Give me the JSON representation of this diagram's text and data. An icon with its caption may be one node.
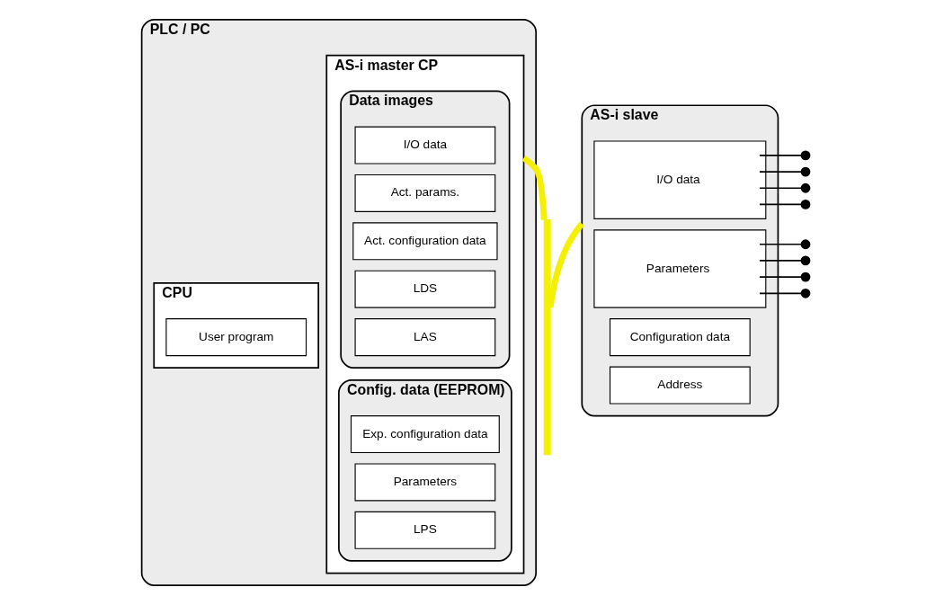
{
  "diagram": {
    "nodes": [
      {
        "text": [
          "PLC / PC"
        ]
      },
      {
        "text": [
          "CPU"
        ],
        "in": 0
      },
      {
        "text": [
          "User program"
        ],
        "in": 1
      },
      {
        "text": [
          "AS-i master CP"
        ],
        "in": 0
      },
      {
        "text": [
          "Data images"
        ],
        "in": 3
      },
      {
        "text": [
          "I/O data"
        ],
        "in": 4
      },
      {
        "text": [
          "Act. params."
        ],
        "in": 4
      },
      {
        "text": [
          "Act. configuration data"
        ],
        "in": 4
      },
      {
        "text": [
          "LDS"
        ],
        "in": 4
      },
      {
        "text": [
          "LAS"
        ],
        "in": 4
      },
      {
        "text": [
          "Config. data (EEPROM)"
        ],
        "in": 3
      },
      {
        "text": [
          "Exp. configuration data"
        ],
        "in": 10
      },
      {
        "text": [
          "Parameters"
        ],
        "in": 10
      },
      {
        "text": [
          "LPS"
        ],
        "in": 10
      },
      {
        "text": [],
        "shape": "bar"
      },
      {
        "text": [
          "AS-i slave"
        ]
      },
      {
        "text": [
          "I/O data"
        ],
        "in": 15
      },
      {
        "text": [
          "Parameters"
        ],
        "in": 15
      },
      {
        "text": [
          "Configuration data"
        ],
        "in": 15
      },
      {
        "text": [
          "Address"
        ],
        "in": 15
      }
    ],
    "edges": [
      {
        "from": 3,
        "to": 14,
        "arrow": "none",
        "style": "thick",
        "color": "#f5f000"
      },
      {
        "from": 14,
        "to": 15,
        "arrow": "none",
        "style": "thick",
        "color": "#f5f000"
      },
      {
        "from": 16,
        "to": null,
        "arrow": "other"
      },
      {
        "from": 16,
        "to": null,
        "arrow": "other"
      },
      {
        "from": 16,
        "to": null,
        "arrow": "other"
      },
      {
        "from": 16,
        "to": null,
        "arrow": "other"
      },
      {
        "from": 17,
        "to": null,
        "arrow": "other"
      },
      {
        "from": 17,
        "to": null,
        "arrow": "other"
      },
      {
        "from": 17,
        "to": null,
        "arrow": "other"
      },
      {
        "from": 17,
        "to": null,
        "arrow": "other"
      }
    ]
  }
}
